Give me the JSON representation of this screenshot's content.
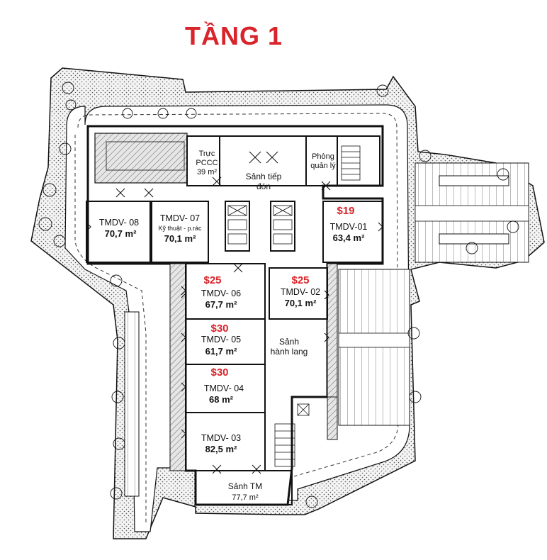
{
  "title": "TẦNG 1",
  "units": [
    {
      "code": "TMDV- 08",
      "area": "70,7 m²",
      "price": ""
    },
    {
      "code": "TMDV- 07",
      "sub": "Kỹ thuật - p.rác",
      "area": "70,1 m²",
      "price": ""
    },
    {
      "code": "TMDV-01",
      "area": "63,4 m²",
      "price": "$19"
    },
    {
      "code": "TMDV- 06",
      "area": "67,7 m²",
      "price": "$25"
    },
    {
      "code": "TMDV- 02",
      "area": "70,1 m²",
      "price": "$25"
    },
    {
      "code": "TMDV- 05",
      "area": "61,7 m²",
      "price": "$30"
    },
    {
      "code": "TMDV- 04",
      "area": "68 m²",
      "price": "$30"
    },
    {
      "code": "TMDV- 03",
      "area": "82,5 m²",
      "price": ""
    }
  ],
  "rooms": {
    "pccc_line1": "Trực",
    "pccc_line2": "PCCC",
    "pccc_area": "39 m²",
    "lobby_line1": "Sảnh tiếp",
    "lobby_line2": "đón",
    "manage_line1": "Phòng",
    "manage_line2": "quản lý",
    "hall_line1": "Sảnh",
    "hall_line2": "hành lang",
    "tm_name": "Sảnh TM",
    "tm_area": "77,7 m²"
  },
  "colors": {
    "title": "#d8242a",
    "price": "#d8242a",
    "lines": "#111111",
    "hatch": "#bdbdbd"
  }
}
